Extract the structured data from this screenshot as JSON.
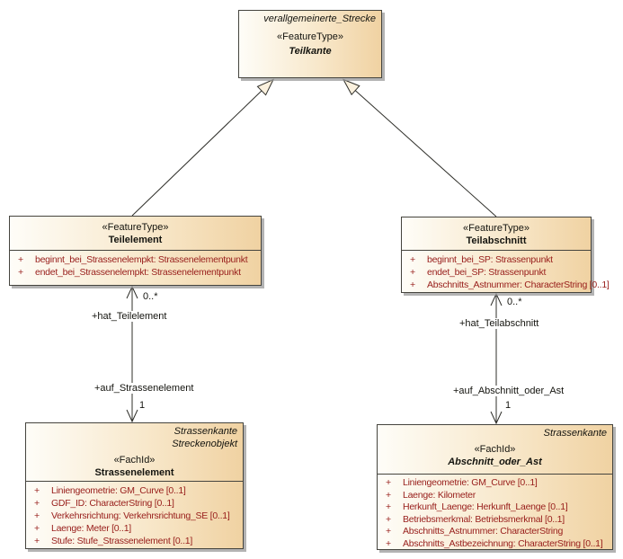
{
  "visibility_symbol": "+",
  "classes": {
    "teilkante": {
      "parents": [
        "verallgemeinerte_Strecke"
      ],
      "stereotype": "«FeatureType»",
      "name": "Teilkante",
      "attributes": []
    },
    "teilelement": {
      "stereotype": "«FeatureType»",
      "name": "Teilelement",
      "attributes": [
        "beginnt_bei_Strassenelempkt: Strassenelementpunkt",
        "endet_bei_Strassenelempkt: Strassenelementpunkt"
      ]
    },
    "teilabschnitt": {
      "stereotype": "«FeatureType»",
      "name": "Teilabschnitt",
      "attributes": [
        "beginnt_bei_SP: Strassenpunkt",
        "endet_bei_SP: Strassenpunkt",
        "Abschnitts_Astnummer: CharacterString [0..1]"
      ]
    },
    "strassenelement": {
      "parents": [
        "Strassenkante",
        "Streckenobjekt"
      ],
      "stereotype": "«FachId»",
      "name": "Strassenelement",
      "attributes": [
        "Liniengeometrie: GM_Curve [0..1]",
        "GDF_ID: CharacterString [0..1]",
        "Verkehrsrichtung: Verkehrsrichtung_SE [0..1]",
        "Laenge: Meter [0..1]",
        "Stufe: Stufe_Strassenelement [0..1]"
      ]
    },
    "abschnitt_oder_ast": {
      "parents": [
        "Strassenkante"
      ],
      "stereotype": "«FachId»",
      "name": "Abschnitt_oder_Ast",
      "attributes": [
        "Liniengeometrie: GM_Curve [0..1]",
        "Laenge: Kilometer",
        "Herkunft_Laenge: Herkunft_Laenge [0..1]",
        "Betriebsmerkmal: Betriebsmerkmal [0..1]",
        "Abschnitts_Astnummer: CharacterString",
        "Abschnitts_Astbezeichnung: CharacterString [0..1]"
      ]
    }
  },
  "associations": {
    "teilelement_strassenelement": {
      "multiplicity_source": "0..*",
      "role_source": "+hat_Teilelement",
      "role_target": "+auf_Strassenelement",
      "multiplicity_target": "1"
    },
    "teilabschnitt_abschnitt": {
      "multiplicity_source": "0..*",
      "role_source": "+hat_Teilabschnitt",
      "role_target": "+auf_Abschnitt_oder_Ast",
      "multiplicity_target": "1"
    }
  },
  "colors": {
    "box_fill_left": "#fefdf8",
    "box_fill_right": "#f0d2a2",
    "box_border": "#45443e",
    "attribute_text": "#99201d",
    "edge_line": "#2f2f2a",
    "shadow": "#9a9a9a"
  }
}
